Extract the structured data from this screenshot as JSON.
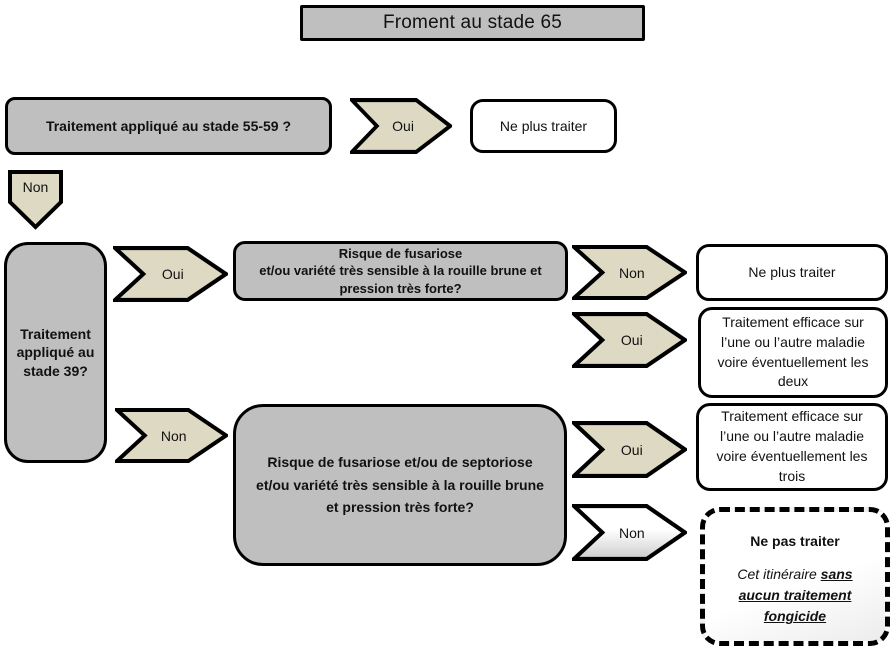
{
  "title": "Froment au stade 65",
  "labels": {
    "oui": "Oui",
    "non": "Non"
  },
  "boxes": {
    "q_stade5559": "Traitement appliqué au stade 55-59 ?",
    "ne_plus_traiter_1": "Ne plus traiter",
    "q_stade39": "Traitement appliqué au stade 39?",
    "risque_fusariose": [
      "Risque de fusariose",
      "et/ou variété très sensible à la rouille brune et",
      "pression très forte?"
    ],
    "ne_plus_traiter_2": "Ne plus traiter",
    "efficace_deux": [
      "Traitement efficace sur",
      "l’une ou l’autre maladie",
      "voire éventuellement les",
      "deux"
    ],
    "risque_fusariose_septoriose": [
      "Risque de fusariose et/ou de septoriose",
      "et/ou variété très sensible à la rouille brune",
      "et pression très forte?"
    ],
    "efficace_trois": [
      "Traitement efficace sur",
      "l’une ou l’autre maladie",
      "voire éventuellement les",
      "trois"
    ],
    "ne_pas_traiter": {
      "title": "Ne pas traiter",
      "note_prefix": "Cet itinéraire ",
      "note_emphasis": "sans aucun traitement fongicide"
    }
  },
  "colors": {
    "box_gray": "#bfbfbf",
    "chevron_tan": "#ddd9c3",
    "border_black": "#000000",
    "white": "#ffffff"
  }
}
